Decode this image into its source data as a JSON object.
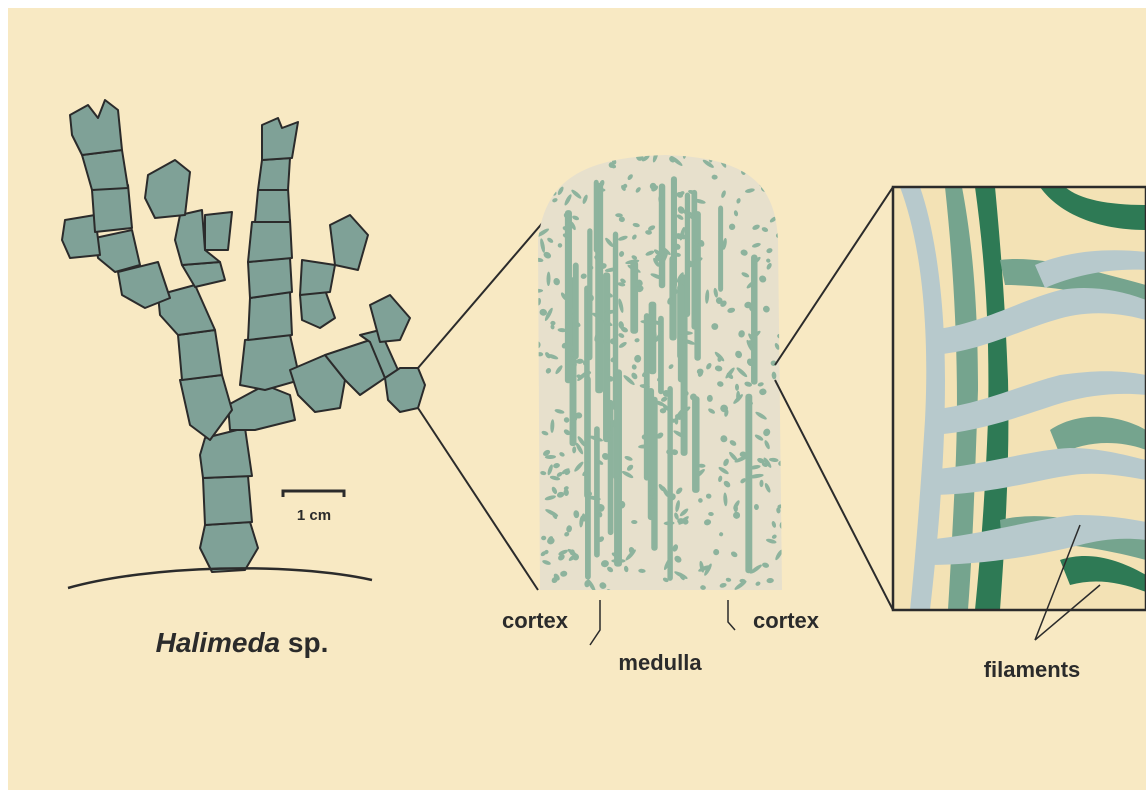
{
  "species": {
    "genus": "Halimeda",
    "suffix": " sp."
  },
  "scale_bar": {
    "label": "1 cm"
  },
  "section_labels": {
    "cortex_left": "cortex",
    "cortex_right": "cortex",
    "medulla": "medulla"
  },
  "detail_labels": {
    "filaments": "filaments"
  },
  "colors": {
    "background": "#f8e9c3",
    "segment_fill": "#7fa197",
    "section_pale": "#e7e0cc",
    "section_green": "#8db39d",
    "filament_pale": "#b7c9cc",
    "filament_mid": "#75a48e",
    "filament_dark": "#2e7a55",
    "outline": "#2b2b2b"
  }
}
